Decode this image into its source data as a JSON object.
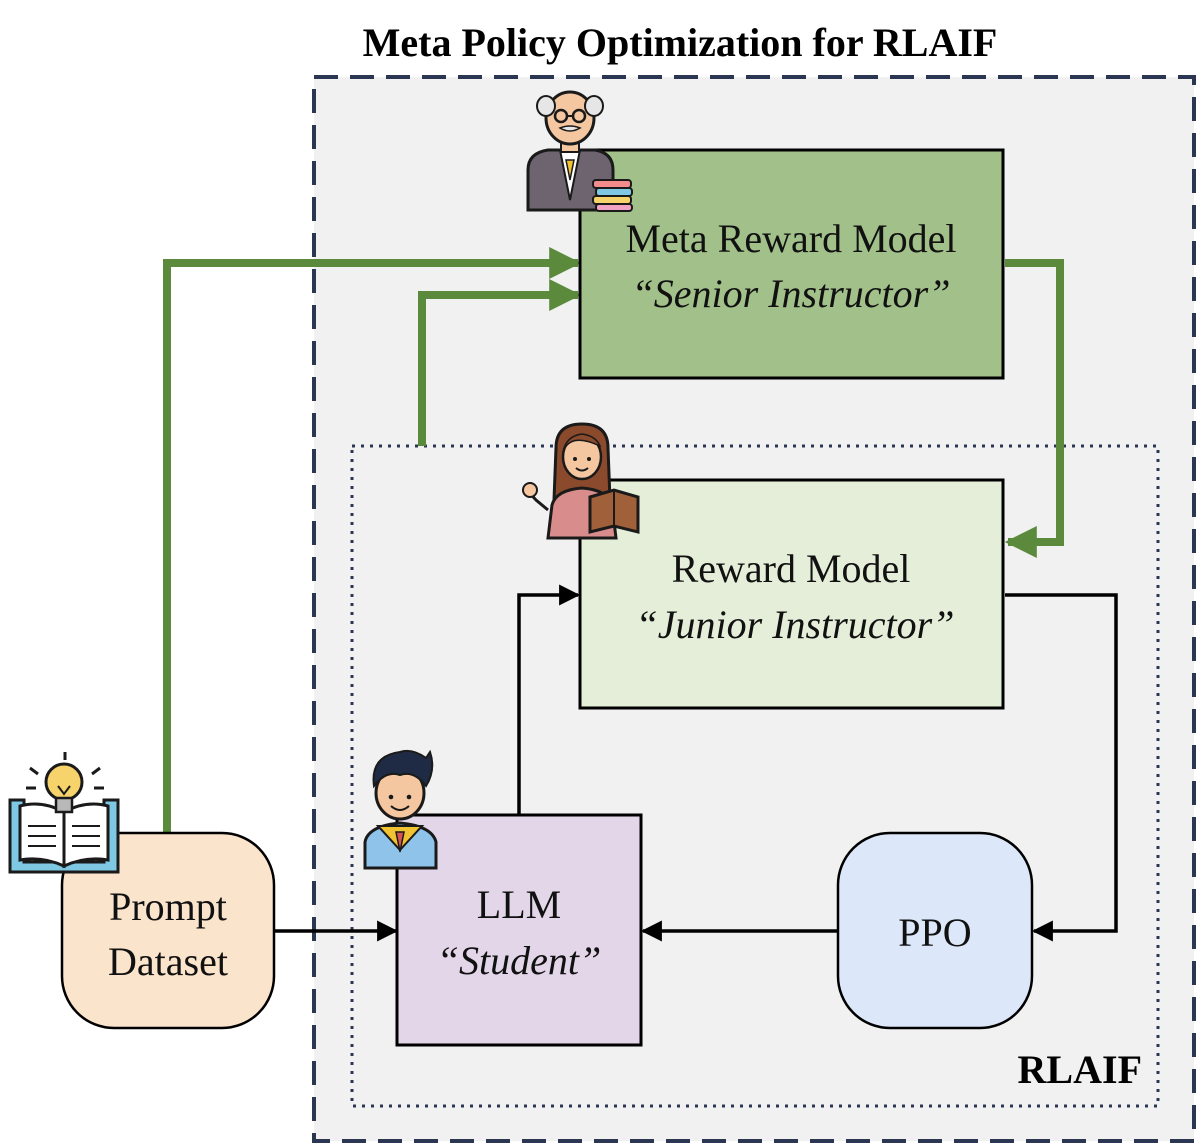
{
  "title": "Meta Policy Optimization for RLAIF",
  "inner_label": "RLAIF",
  "colors": {
    "outer_border": "#2b3752",
    "region_fill": "#f1f1f1",
    "meta_fill": "#a2c18a",
    "reward_fill": "#e5eed9",
    "llm_fill": "#e2d6e8",
    "ppo_fill": "#dce7fa",
    "prompt_fill": "#fbe4cc",
    "green_arrow": "#5c8a3c",
    "black_arrow": "#000000"
  },
  "nodes": {
    "meta_reward_model": {
      "line1": "Meta Reward Model",
      "line2": "“Senior Instructor”",
      "icon": "senior-instructor-icon"
    },
    "reward_model": {
      "line1": "Reward Model",
      "line2": "“Junior Instructor”",
      "icon": "junior-instructor-icon"
    },
    "llm": {
      "line1": "LLM",
      "line2": "“Student”",
      "icon": "student-icon"
    },
    "ppo": {
      "line1": "PPO"
    },
    "prompt_dataset": {
      "line1": "Prompt",
      "line2": "Dataset",
      "icon": "idea-book-icon"
    }
  },
  "edges": [
    {
      "from": "prompt_dataset",
      "to": "meta_reward_model",
      "color": "green"
    },
    {
      "from": "rlaif_region",
      "to": "meta_reward_model",
      "color": "green"
    },
    {
      "from": "meta_reward_model",
      "to": "reward_model",
      "color": "green"
    },
    {
      "from": "llm",
      "to": "reward_model",
      "color": "black"
    },
    {
      "from": "reward_model",
      "to": "ppo",
      "color": "black"
    },
    {
      "from": "ppo",
      "to": "llm",
      "color": "black"
    },
    {
      "from": "prompt_dataset",
      "to": "llm",
      "color": "black"
    }
  ]
}
